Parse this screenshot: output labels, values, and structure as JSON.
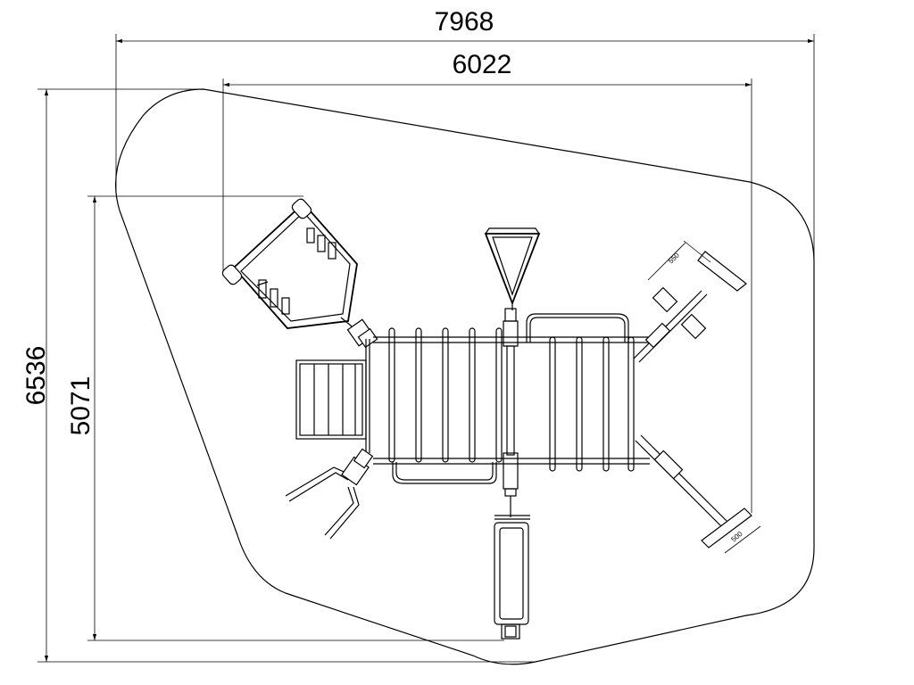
{
  "dimensions": {
    "overall_width": "7968",
    "inner_width": "6022",
    "overall_height": "6536",
    "inner_height": "5071"
  },
  "small_labels": {
    "top_right_equipment": "550",
    "bottom_right_equipment": "500"
  }
}
